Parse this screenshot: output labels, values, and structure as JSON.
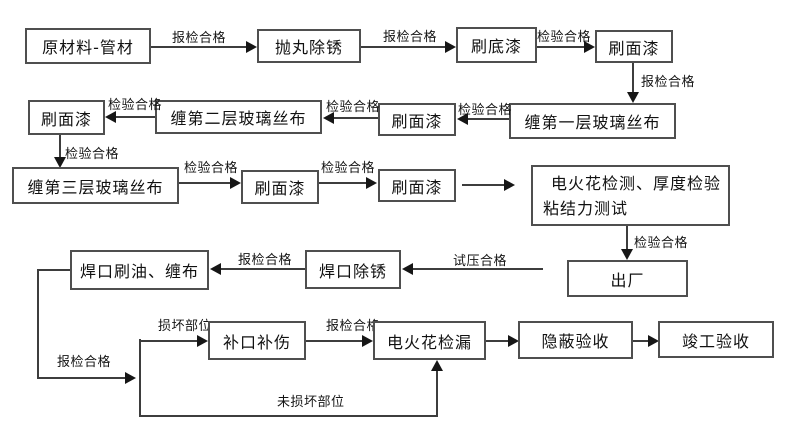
{
  "diagram_type": "flowchart",
  "nodes": {
    "raw_material": "原材料-管材",
    "shot_blasting": "抛丸除锈",
    "primer_coat": "刷底漆",
    "top_coat_1": "刷面漆",
    "wrap_layer_1": "缠第一层玻璃丝布",
    "top_coat_2": "刷面漆",
    "wrap_layer_2": "缠第二层玻璃丝布",
    "top_coat_3": "刷面漆",
    "wrap_layer_3": "缠第三层玻璃丝布",
    "top_coat_4": "刷面漆",
    "top_coat_5": "刷面漆",
    "spark_thickness_test_line1": "电火花检测、厚度检验",
    "spark_thickness_test_line2": "粘结力测试",
    "ship_out": "出厂",
    "weld_oil_wrap": "焊口刷油、缠布",
    "weld_derust": "焊口除锈",
    "joint_repair": "补口补伤",
    "spark_leak_test": "电火花检漏",
    "concealed_acceptance": "隐蔽验收",
    "completion_acceptance": "竣工验收"
  },
  "edge_labels": {
    "e_raw_shot": "报检合格",
    "e_shot_primer": "报检合格",
    "e_primer_top1": "检验合格",
    "e_top1_wrap1": "报检合格",
    "e_wrap1_top2": "检验合格",
    "e_top2_wrap2": "检验合格",
    "e_wrap2_top3": "检验合格",
    "e_top3_wrap3": "检验合格",
    "e_wrap3_top4": "检验合格",
    "e_top4_top5": "检验合格",
    "e_test_ship": "检验合格",
    "e_pressure_test": "试压合格",
    "e_weldrust_oilwrap": "报检合格",
    "e_left_branch": "报检合格",
    "e_damaged_part": "损坏部位",
    "e_repair_leaktest": "报检合格",
    "e_undamaged_part": "未损坏部位"
  },
  "colors": {
    "background": "#ffffff",
    "box_border": "#4f4f4f",
    "line": "#3d3d3d",
    "arrow": "#161616",
    "text": "#111111"
  }
}
